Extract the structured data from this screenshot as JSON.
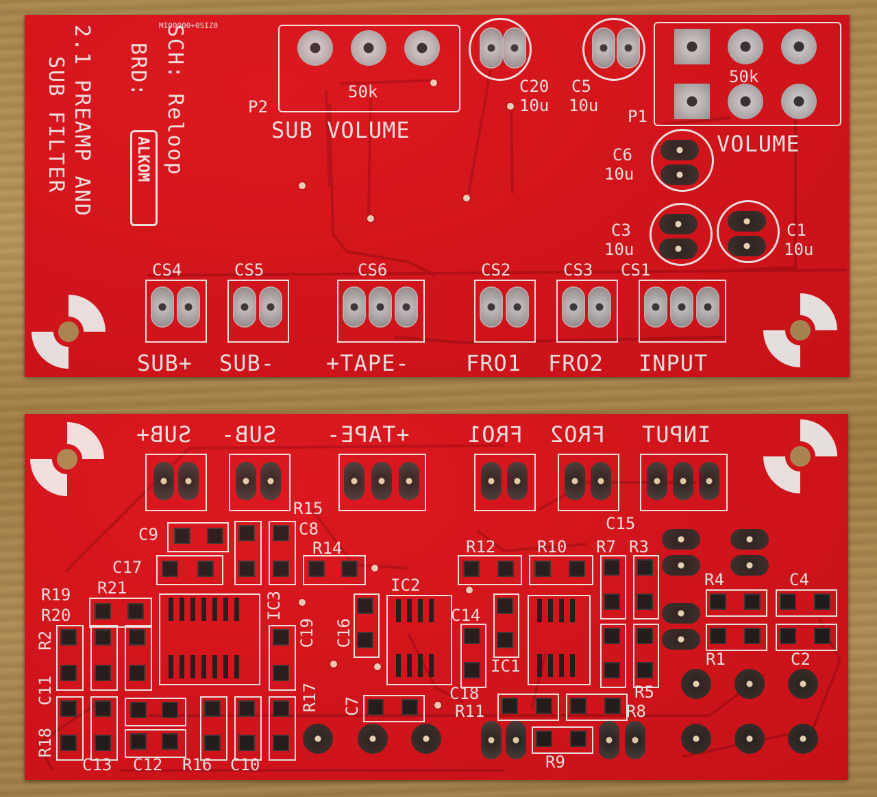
{
  "top_board": {
    "title_line1": "2.1 PREAMP AND",
    "title_line2": "SUB FILTER",
    "sch_text": "SCH: Reloop",
    "brd_text": "BRD:",
    "logo_text": "ALKOM",
    "date_code": "MI00000+0SIZ0",
    "pot_p2": {
      "ref": "P2",
      "value": "50k"
    },
    "pot_p1": {
      "ref": "P1",
      "value": "50k"
    },
    "sub_volume_label": "SUB VOLUME",
    "volume_label": "VOLUME",
    "caps": [
      {
        "ref": "C20",
        "value": "10u"
      },
      {
        "ref": "C5",
        "value": "10u"
      },
      {
        "ref": "C6",
        "value": "10u"
      },
      {
        "ref": "C3",
        "value": "10u"
      },
      {
        "ref": "C1",
        "value": "10u"
      }
    ],
    "connectors": [
      "CS4",
      "CS5",
      "CS6",
      "CS2",
      "CS3",
      "CS1"
    ],
    "connector_labels": [
      "SUB+",
      "SUB-",
      "+TAPE-",
      "FRO1",
      "FRO2",
      "INPUT"
    ]
  },
  "bottom_board": {
    "connector_labels": [
      "SUB+",
      "SUB-",
      "+TAPE-",
      "FRO1",
      "FRO2",
      "INPUT"
    ],
    "refs": {
      "r15": "R15",
      "c8": "C8",
      "c9": "C9",
      "r14": "R14",
      "c17": "C17",
      "r12": "R12",
      "r10": "R10",
      "r7": "R7",
      "r3": "R3",
      "c15": "C15",
      "r19": "R19",
      "r21": "R21",
      "r20": "R20",
      "r2": "R2",
      "ic3": "IC3",
      "ic2": "IC2",
      "c14": "C14",
      "c19": "C19",
      "c16": "C16",
      "r4": "R4",
      "c4": "C4",
      "r1": "R1",
      "c2": "C2",
      "ic1": "IC1",
      "c11": "C11",
      "r17": "R17",
      "c7": "C7",
      "c18": "C18",
      "r11": "R11",
      "r5": "R5",
      "r8": "R8",
      "r18": "R18",
      "c13": "C13",
      "c12": "C12",
      "r16": "R16",
      "c10": "C10",
      "r9": "R9"
    }
  },
  "colors": {
    "pcb_red": "#d8121a",
    "silkscreen": "#f4f0ee",
    "wood": "#b08d55"
  }
}
